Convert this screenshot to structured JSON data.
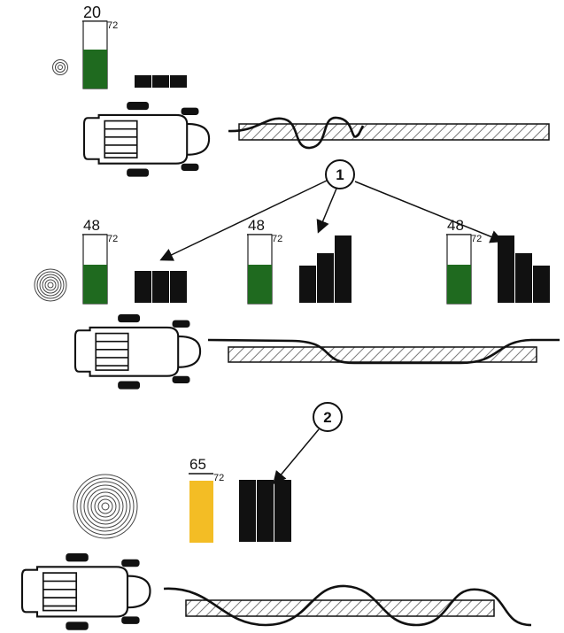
{
  "callouts": [
    {
      "id": "1",
      "label": "1"
    },
    {
      "id": "2",
      "label": "2"
    }
  ],
  "sections": [
    {
      "name": "section-small",
      "roll_rings": 3,
      "gauges": [
        {
          "fill_value": 20,
          "max_value": 72,
          "fill_color": "#1f6a1f",
          "bars": [
            1,
            1,
            1
          ],
          "bar_mode": "flat"
        }
      ],
      "hose_path": "wavy-short"
    },
    {
      "name": "section-medium",
      "roll_rings": 6,
      "gauges": [
        {
          "fill_value": 48,
          "max_value": 72,
          "fill_color": "#1f6a1f",
          "bars": [
            1,
            1,
            1
          ],
          "bar_mode": "flat"
        },
        {
          "fill_value": 48,
          "max_value": 72,
          "fill_color": "#1f6a1f",
          "bars": [
            1,
            2,
            3
          ],
          "bar_mode": "rising"
        },
        {
          "fill_value": 48,
          "max_value": 72,
          "fill_color": "#1f6a1f",
          "bars": [
            3,
            2,
            1
          ],
          "bar_mode": "falling"
        }
      ],
      "hose_path": "single-wave"
    },
    {
      "name": "section-large",
      "roll_rings": 9,
      "gauges": [
        {
          "fill_value": 65,
          "max_value": 72,
          "fill_color": "#f3bd25",
          "bars": [
            1,
            1,
            1
          ],
          "bar_mode": "tall"
        }
      ],
      "hose_path": "multi-wave"
    }
  ],
  "colors": {
    "ink": "#111111",
    "green": "#1f6a1f",
    "yellow": "#f3bd25",
    "hatch": "#8a8a8a"
  }
}
